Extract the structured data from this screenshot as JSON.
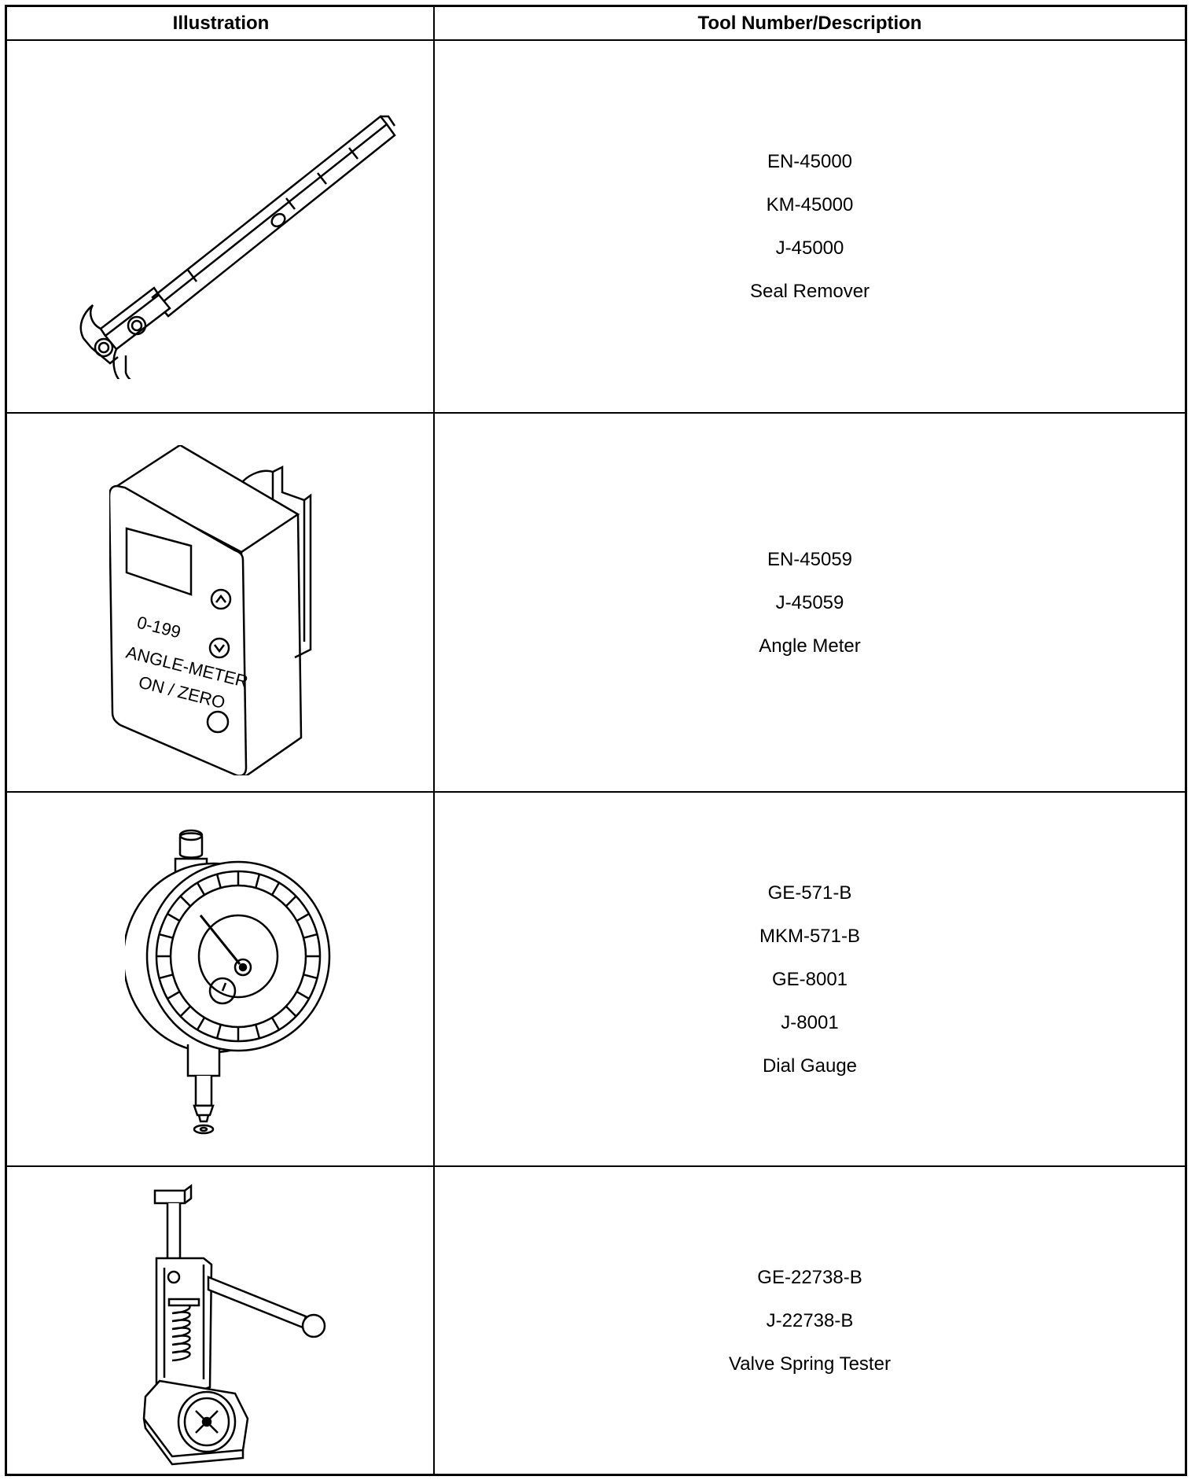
{
  "table": {
    "headers": {
      "illustration": "Illustration",
      "tool": "Tool Number/Description"
    },
    "rows": [
      {
        "icon": "seal-remover-illustration",
        "lines": [
          "EN-45000",
          "KM-45000",
          "J-45000",
          "Seal Remover"
        ]
      },
      {
        "icon": "angle-meter-illustration",
        "lines": [
          "EN-45059",
          "J-45059",
          "Angle Meter"
        ],
        "meter_label": {
          "range": "0-199",
          "name": "ANGLE-METER",
          "button": "ON / ZERO"
        }
      },
      {
        "icon": "dial-gauge-illustration",
        "lines": [
          "GE-571-B",
          "MKM-571-B",
          "GE-8001",
          "J-8001",
          "Dial Gauge"
        ]
      },
      {
        "icon": "valve-spring-tester-illustration",
        "lines": [
          "GE-22738-B",
          "J-22738-B",
          "Valve Spring Tester"
        ]
      }
    ]
  }
}
